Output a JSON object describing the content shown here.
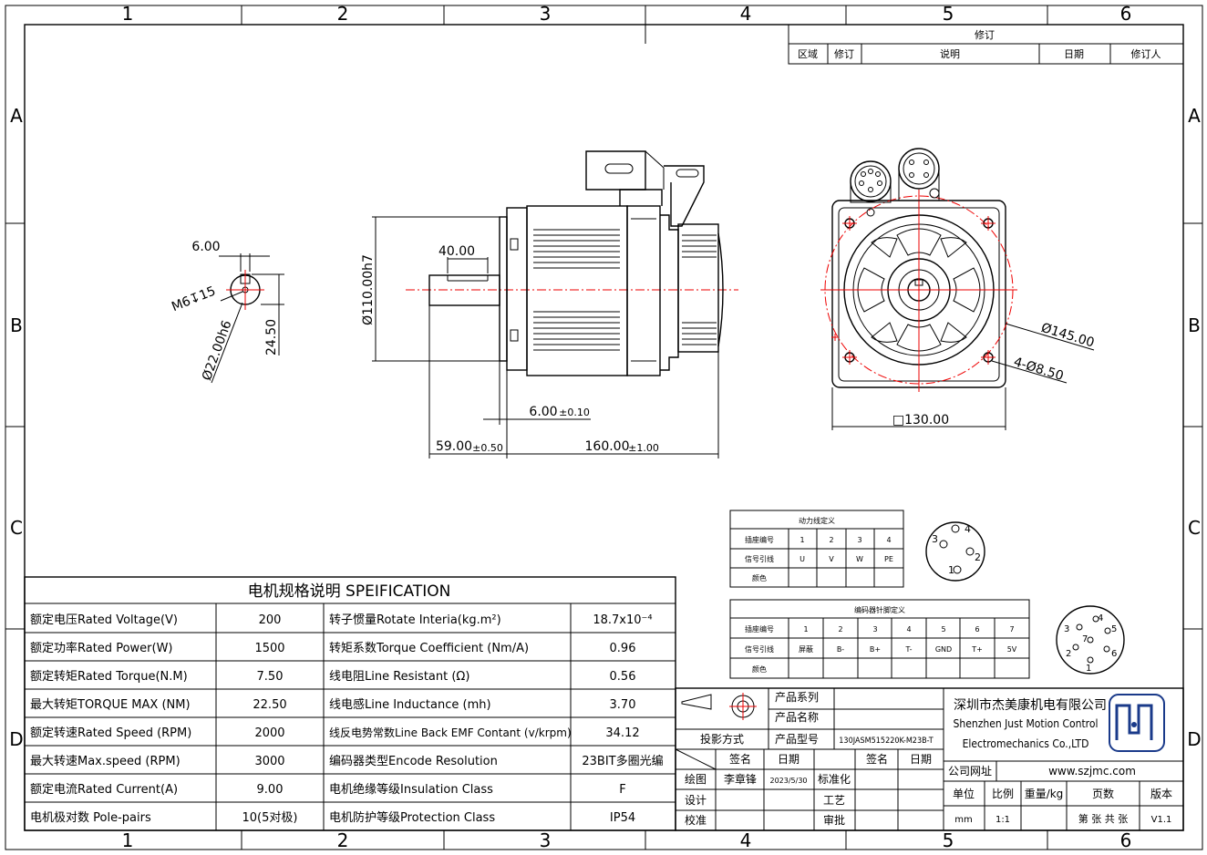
{
  "frame": {
    "col_numbers": [
      "1",
      "2",
      "3",
      "4",
      "5",
      "6"
    ],
    "row_letters": [
      "A",
      "B",
      "C",
      "D"
    ]
  },
  "revision": {
    "title": "修订",
    "headers": [
      "区域",
      "修订",
      "说明",
      "日期",
      "修订人"
    ]
  },
  "dimensions": {
    "key_width": "6.00",
    "thread": "M6↧15",
    "shaft_dia": "Ø22.00h6",
    "key_height": "24.50",
    "key_length": "40.00",
    "pilot_dia": "Ø110.00h7",
    "flange_thk": "6.00",
    "flange_thk_tol": "±0.10",
    "shaft_len": "59.00",
    "shaft_len_tol": "±0.50",
    "body_len": "160.00",
    "body_len_tol": "±1.00",
    "pcd": "Ø145.00",
    "holes": "4-Ø8.50",
    "square": "□130.00"
  },
  "spec": {
    "title": "电机规格说明 SPEIFICATION",
    "rows": [
      [
        "额定电压Rated Voltage(V)",
        "200",
        "转子惯量Rotate Interia(kg.m²)",
        "18.7x10⁻⁴"
      ],
      [
        "额定功率Rated Power(W)",
        "1500",
        "转矩系数Torque Coefficient (Nm/A)",
        "0.96"
      ],
      [
        "额定转矩Rated Torque(N.M)",
        "7.50",
        "线电阻Line Resistant (Ω)",
        "0.56"
      ],
      [
        "最大转矩TORQUE MAX (NM)",
        "22.50",
        "线电感Line Inductance (mh)",
        "3.70"
      ],
      [
        "额定转速Rated Speed (RPM)",
        "2000",
        "线反电势常数Line Back EMF Contant (v/krpm)",
        "34.12"
      ],
      [
        "最大转速Max.speed (RPM)",
        "3000",
        "编码器类型Encode Resolution",
        "23BIT多圈光编"
      ],
      [
        "额定电流Rated Current(A)",
        "9.00",
        "电机绝缘等级Insulation Class",
        "F"
      ],
      [
        "电机极对数 Pole-pairs",
        "10(5对极)",
        "电机防护等级Protection Class",
        "IP54"
      ]
    ]
  },
  "power_table": {
    "title": "动力线定义",
    "row1": [
      "插座编号",
      "1",
      "2",
      "3",
      "4"
    ],
    "row2": [
      "信号引线",
      "U",
      "V",
      "W",
      "PE"
    ],
    "row3": [
      "颜色",
      "",
      "",
      "",
      ""
    ]
  },
  "encoder_table": {
    "title": "编码器针脚定义",
    "row1": [
      "插座编号",
      "1",
      "2",
      "3",
      "4",
      "5",
      "6",
      "7"
    ],
    "row2": [
      "信号引线",
      "屏蔽",
      "B-",
      "B+",
      "T-",
      "GND",
      "T+",
      "5V"
    ],
    "row3": [
      "颜色",
      "",
      "",
      "",
      "",
      "",
      "",
      ""
    ]
  },
  "power_pins": [
    "4",
    "3",
    "2",
    "1"
  ],
  "encoder_pins": [
    "3",
    "4",
    "5",
    "7",
    "2",
    "6",
    "1"
  ],
  "title_block": {
    "product_series": "产品系列",
    "product_name": "产品名称",
    "projection": "投影方式",
    "product_model": "产品型号",
    "model_value": "130JASM515220K-M23B-T",
    "sign": "签名",
    "date": "日期",
    "sign2": "签名",
    "date2": "日期",
    "draw": "绘图",
    "drawer": "李章锋",
    "draw_date": "2023/5/30",
    "standard": "标准化",
    "design": "设计",
    "craft": "工艺",
    "check": "校准",
    "approve": "审批",
    "company_cn": "深圳市杰美康机电有限公司",
    "company_en1": "Shenzhen Just Motion Control",
    "company_en2": "Electromechanics Co.,LTD",
    "website_label": "公司网址",
    "website": "www.szjmc.com",
    "unit_label": "单位",
    "scale_label": "比例",
    "weight_label": "重量/kg",
    "pages_label": "页数",
    "version_label": "版本",
    "unit": "mm",
    "scale": "1:1",
    "pages": "第 张 共 张",
    "version": "V1.1"
  },
  "colors": {
    "line": "#000000",
    "centerline": "#e00000",
    "logo": "#1a3a8a"
  }
}
